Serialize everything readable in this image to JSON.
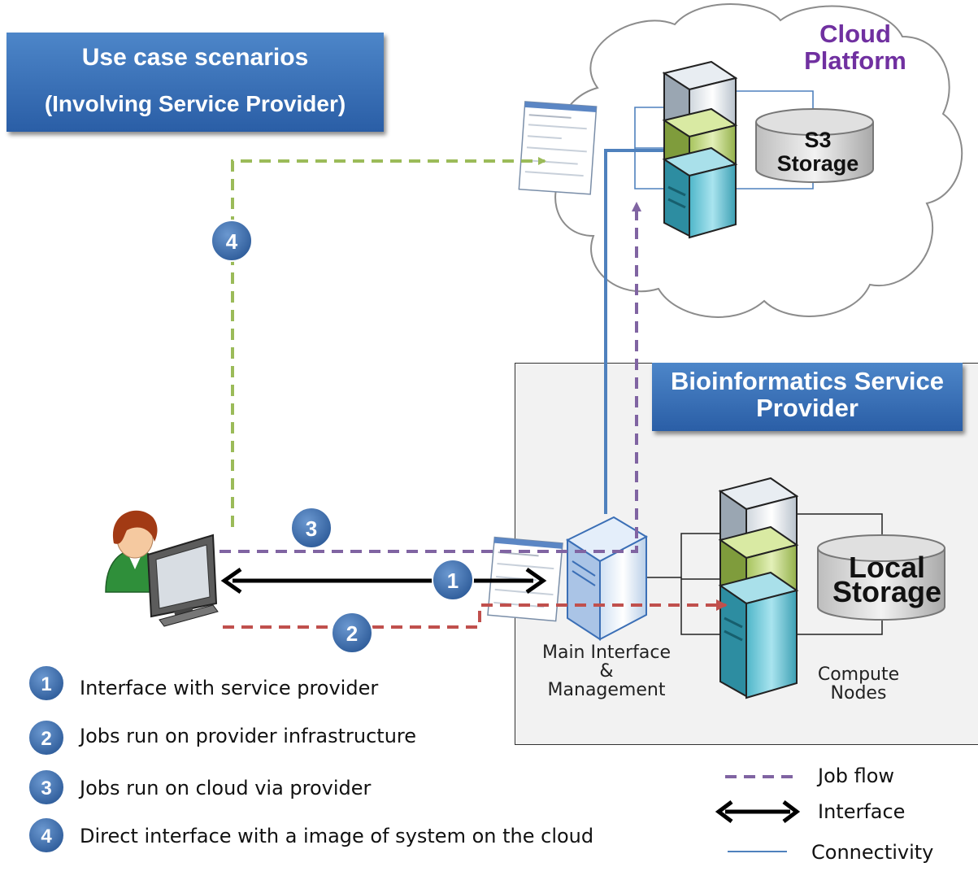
{
  "header": {
    "title": "Use case scenarios",
    "subtitle": "(Involving Service  Provider)"
  },
  "cloud": {
    "title_line1": "Cloud",
    "title_line2": "Platform",
    "storage_line1": "S3",
    "storage_line2": "Storage"
  },
  "provider": {
    "title_line1": "Bioinformatics Service",
    "title_line2": "Provider",
    "main_line1": "Main Interface",
    "main_line2": "&",
    "main_line3": "Management",
    "local_line1": "Local",
    "local_line2": "Storage",
    "compute_line1": "Compute",
    "compute_line2": "Nodes"
  },
  "markers": [
    "1",
    "2",
    "3",
    "4"
  ],
  "legend": [
    {
      "num": "1",
      "text": "Interface with service provider"
    },
    {
      "num": "2",
      "text": "Jobs run on provider infrastructure"
    },
    {
      "num": "3",
      "text": "Jobs run on cloud via provider"
    },
    {
      "num": "4",
      "text": "Direct interface with a image of system on the cloud"
    }
  ],
  "key": {
    "job_flow": "Job flow",
    "interface": "Interface",
    "connectivity": "Connectivity"
  },
  "colors": {
    "accent_blue": "#2f6aad",
    "marker_blue": "#3a6aaa",
    "job_flow_purple": "#8064a2",
    "green_path": "#9bbb59",
    "red_path": "#c0504d",
    "cloud_title_purple": "#7030a0"
  }
}
